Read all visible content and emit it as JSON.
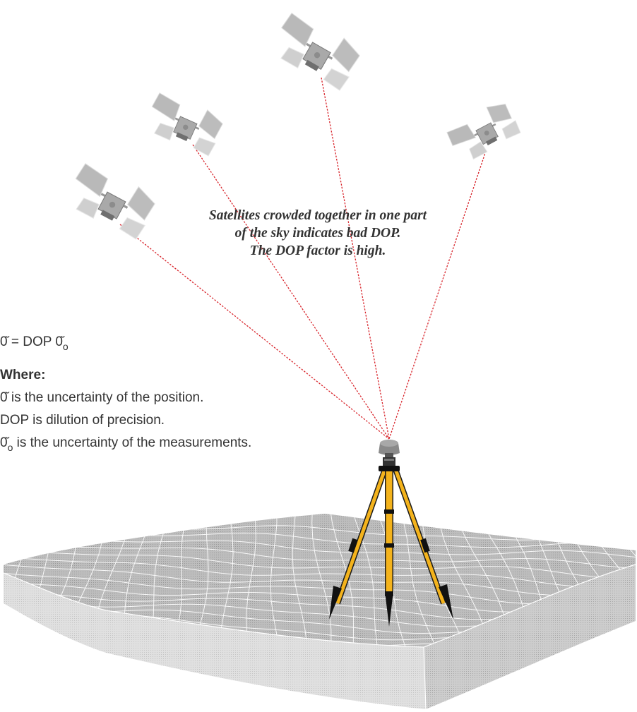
{
  "caption": {
    "line1": "Satellites crowded together in one part",
    "line2": "of the sky indicates bad DOP.",
    "line3": "The DOP factor is high."
  },
  "formula": {
    "lhs": "0̆",
    "equals": " = DOP ",
    "sigma": "0̆",
    "subscript": "o"
  },
  "legend": {
    "where": "Where:",
    "items": [
      {
        "symbol": "0̆",
        "sub": "",
        "text": " is the uncertainty of the position."
      },
      {
        "symbol": "",
        "sub": "",
        "text": "DOP is dilution of precision."
      },
      {
        "symbol": "0̆",
        "sub": "o",
        "text": " is the uncertainty of the measurements."
      }
    ]
  },
  "colors": {
    "signal_line": "#d8232a",
    "tripod_leg": "#f4b31c",
    "terrain": "#a3a3a3",
    "satellite": "#b4b4b4"
  }
}
